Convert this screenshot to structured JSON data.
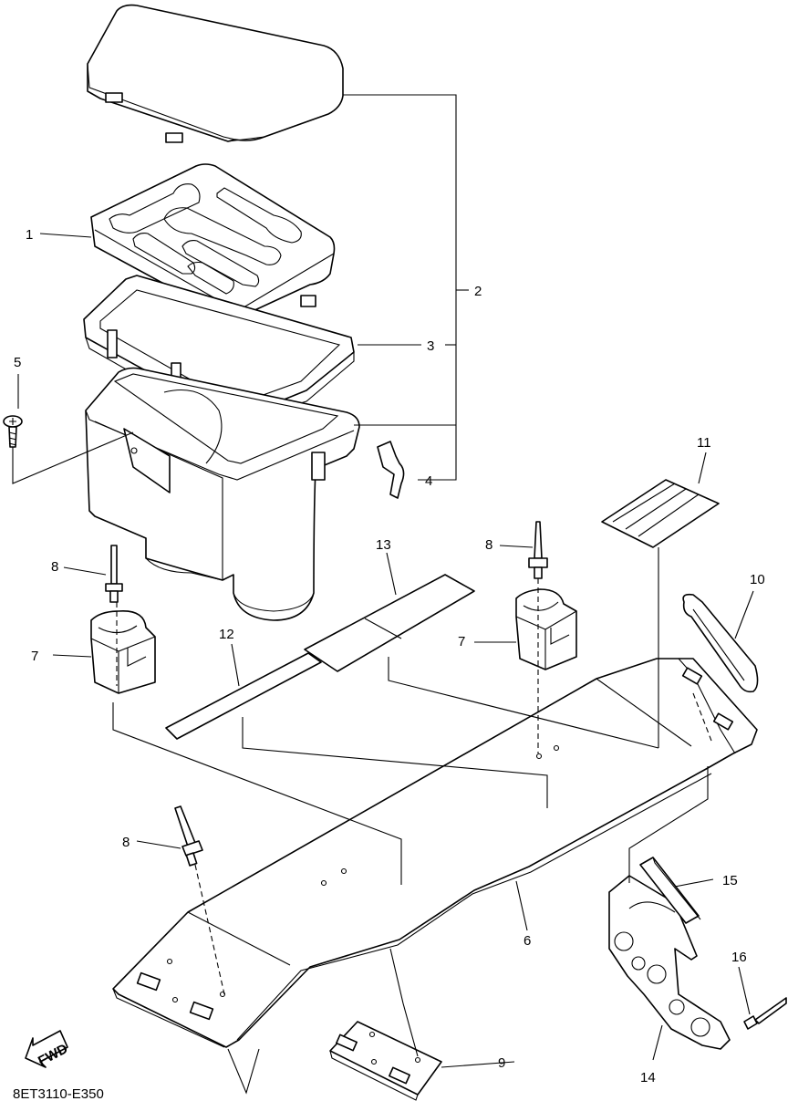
{
  "diagram_code": "8ET3110-E350",
  "fwd_label": "FWD",
  "callouts": {
    "c1": "1",
    "c2": "2",
    "c3": "3",
    "c4": "4",
    "c5": "5",
    "c6": "6",
    "c7a": "7",
    "c7b": "7",
    "c8a": "8",
    "c8b": "8",
    "c8c": "8",
    "c9": "9",
    "c10": "10",
    "c11": "11",
    "c12": "12",
    "c13": "13",
    "c14": "14",
    "c15": "15",
    "c16": "16"
  },
  "colors": {
    "line": "#000000",
    "background": "#ffffff"
  }
}
